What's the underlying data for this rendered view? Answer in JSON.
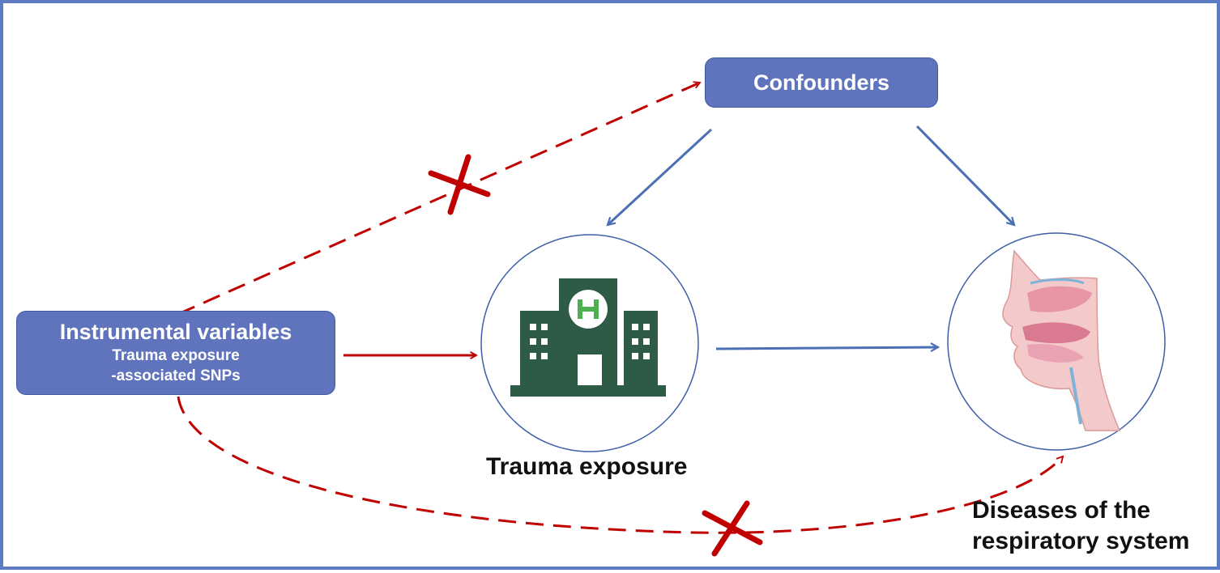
{
  "nodes": {
    "confounders": {
      "label": "Confounders"
    },
    "instrumental_variables": {
      "title": "Instrumental variables",
      "subtitle_line1": "Trauma exposure",
      "subtitle_line2": "-associated SNPs"
    },
    "trauma_exposure": {
      "label": "Trauma exposure",
      "icon": "hospital-icon"
    },
    "respiratory_disease": {
      "label_line1": "Diseases of the",
      "label_line2": "respiratory system",
      "icon": "respiratory-tract-icon"
    }
  },
  "edges": [
    {
      "from": "instrumental_variables",
      "to": "confounders",
      "style": "dashed",
      "color": "#c00000",
      "blocked": true
    },
    {
      "from": "instrumental_variables",
      "to": "trauma_exposure",
      "style": "solid",
      "color": "#c00000"
    },
    {
      "from": "instrumental_variables",
      "to": "respiratory_disease",
      "style": "dashed",
      "color": "#c00000",
      "blocked": true
    },
    {
      "from": "confounders",
      "to": "trauma_exposure",
      "style": "solid",
      "color": "#4a6fb5"
    },
    {
      "from": "confounders",
      "to": "respiratory_disease",
      "style": "solid",
      "color": "#4a6fb5"
    },
    {
      "from": "trauma_exposure",
      "to": "respiratory_disease",
      "style": "solid",
      "color": "#4a6fb5"
    }
  ],
  "colors": {
    "box_fill": "#5f74bd",
    "frame": "#5b7cc4",
    "red_arrow": "#c00000",
    "blue_arrow": "#4a6fb5",
    "hospital": "#2e5b45",
    "hospital_cross": "#4caf50"
  }
}
